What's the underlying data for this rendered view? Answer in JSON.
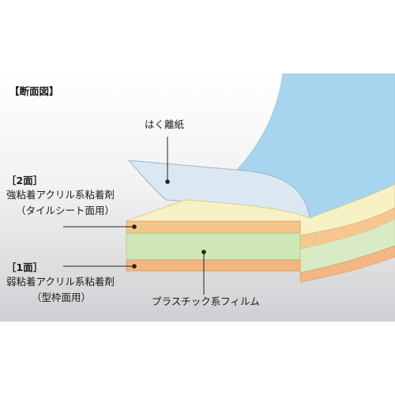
{
  "heading": "【断面図】",
  "labels": {
    "release_liner": "はく離紙",
    "side2_title": "［2面］",
    "side2_adhesive": "強粘着アクリル系粘着剤",
    "side2_use": "（タイルシート面用）",
    "side1_title": "［1面］",
    "side1_adhesive": "弱粘着アクリル系粘着剤",
    "side1_use": "（型枠面用）",
    "film": "プラスチック系フィルム"
  },
  "colors": {
    "liner": "#a9d6ef",
    "side2_layer": "#f7f1c4",
    "top_adhesive": "#f6c58e",
    "film": "#cfe6b6",
    "bottom_adhesive": "#f3b582",
    "background_top": "#ffffff",
    "background_bottom": "#cfd0d3"
  }
}
